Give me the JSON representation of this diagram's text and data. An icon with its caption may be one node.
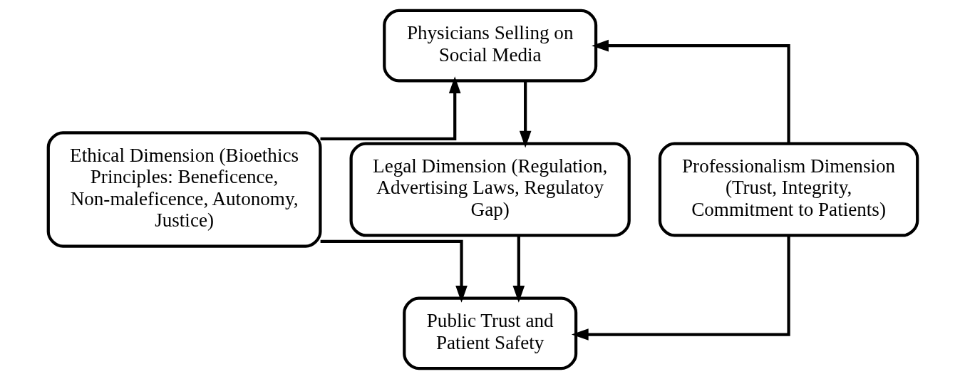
{
  "diagram": {
    "nodes": [
      {
        "text": [
          "Physicians Selling on Social Media"
        ]
      },
      {
        "text": [
          "Ethical Dimension (Bioethics Principles: Beneficence, Non-maleficence, Autonomy, Justice)"
        ]
      },
      {
        "text": [
          "Legal Dimension (Regulation, Advertising Laws, Regulatoy Gap)"
        ]
      },
      {
        "text": [
          "Professionalism Dimension (Trust, Integrity, Commitment to Patients)"
        ]
      },
      {
        "text": [
          "Public Trust and Patient Safety"
        ]
      }
    ],
    "edges": [
      {
        "from": 1,
        "to": 0,
        "arrow": "to"
      },
      {
        "from": 0,
        "to": 2,
        "arrow": "to"
      },
      {
        "from": 3,
        "to": 0,
        "arrow": "to"
      },
      {
        "from": 2,
        "to": 4,
        "arrow": "to"
      },
      {
        "from": 1,
        "to": 4,
        "arrow": "to"
      },
      {
        "from": 3,
        "to": 4,
        "arrow": "to"
      }
    ]
  }
}
